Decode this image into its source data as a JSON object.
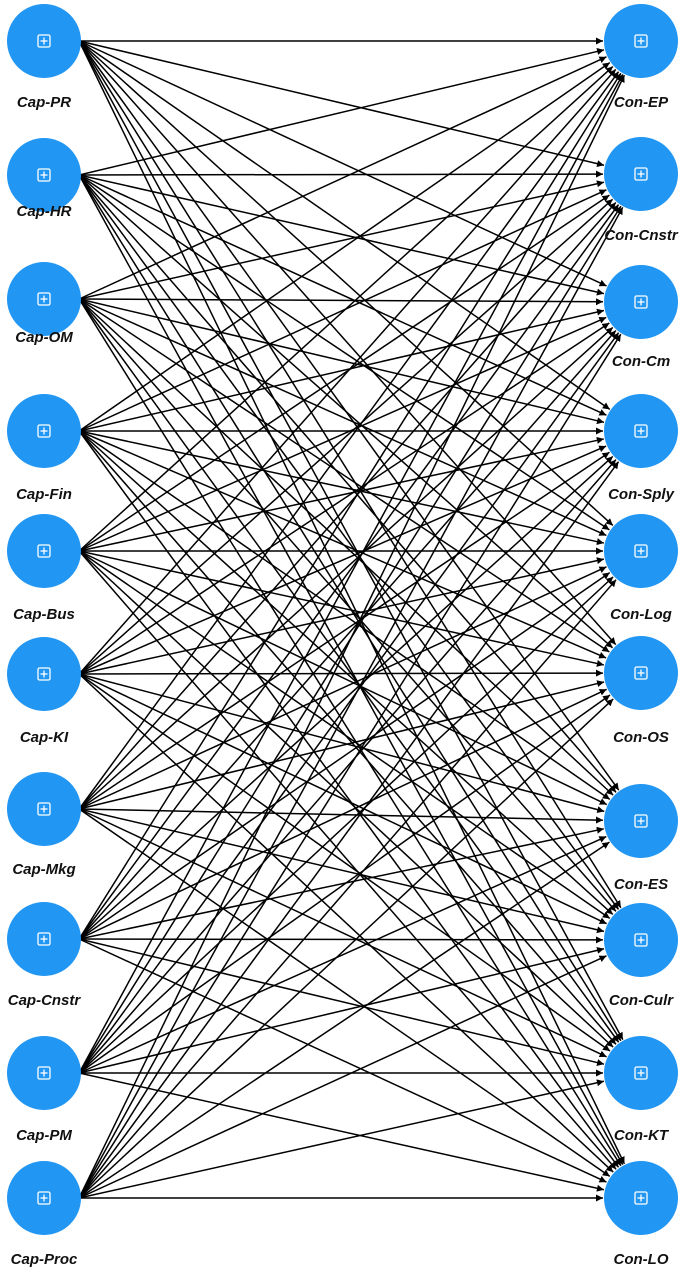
{
  "diagram": {
    "left_nodes": [
      {
        "id": "cap-pr",
        "label": "Cap-PR"
      },
      {
        "id": "cap-hr",
        "label": "Cap-HR"
      },
      {
        "id": "cap-om",
        "label": "Cap-OM"
      },
      {
        "id": "cap-fin",
        "label": "Cap-Fin"
      },
      {
        "id": "cap-bus",
        "label": "Cap-Bus"
      },
      {
        "id": "cap-ki",
        "label": "Cap-KI"
      },
      {
        "id": "cap-mkg",
        "label": "Cap-Mkg"
      },
      {
        "id": "cap-cnstr",
        "label": "Cap-Cnstr"
      },
      {
        "id": "cap-pm",
        "label": "Cap-PM"
      },
      {
        "id": "cap-proc",
        "label": "Cap-Proc"
      }
    ],
    "right_nodes": [
      {
        "id": "con-ep",
        "label": "Con-EP"
      },
      {
        "id": "con-cnstr",
        "label": "Con-Cnstr"
      },
      {
        "id": "con-cm",
        "label": "Con-Cm"
      },
      {
        "id": "con-sply",
        "label": "Con-Sply"
      },
      {
        "id": "con-log",
        "label": "Con-Log"
      },
      {
        "id": "con-os",
        "label": "Con-OS"
      },
      {
        "id": "con-es",
        "label": "Con-ES"
      },
      {
        "id": "con-culr",
        "label": "Con-Culr"
      },
      {
        "id": "con-kt",
        "label": "Con-KT"
      },
      {
        "id": "con-lo",
        "label": "Con-LO"
      }
    ],
    "edges": "all-left-to-all-right",
    "node_color": "#2196f3",
    "edge_color": "#000000",
    "node_icon": "expand-square-icon"
  }
}
